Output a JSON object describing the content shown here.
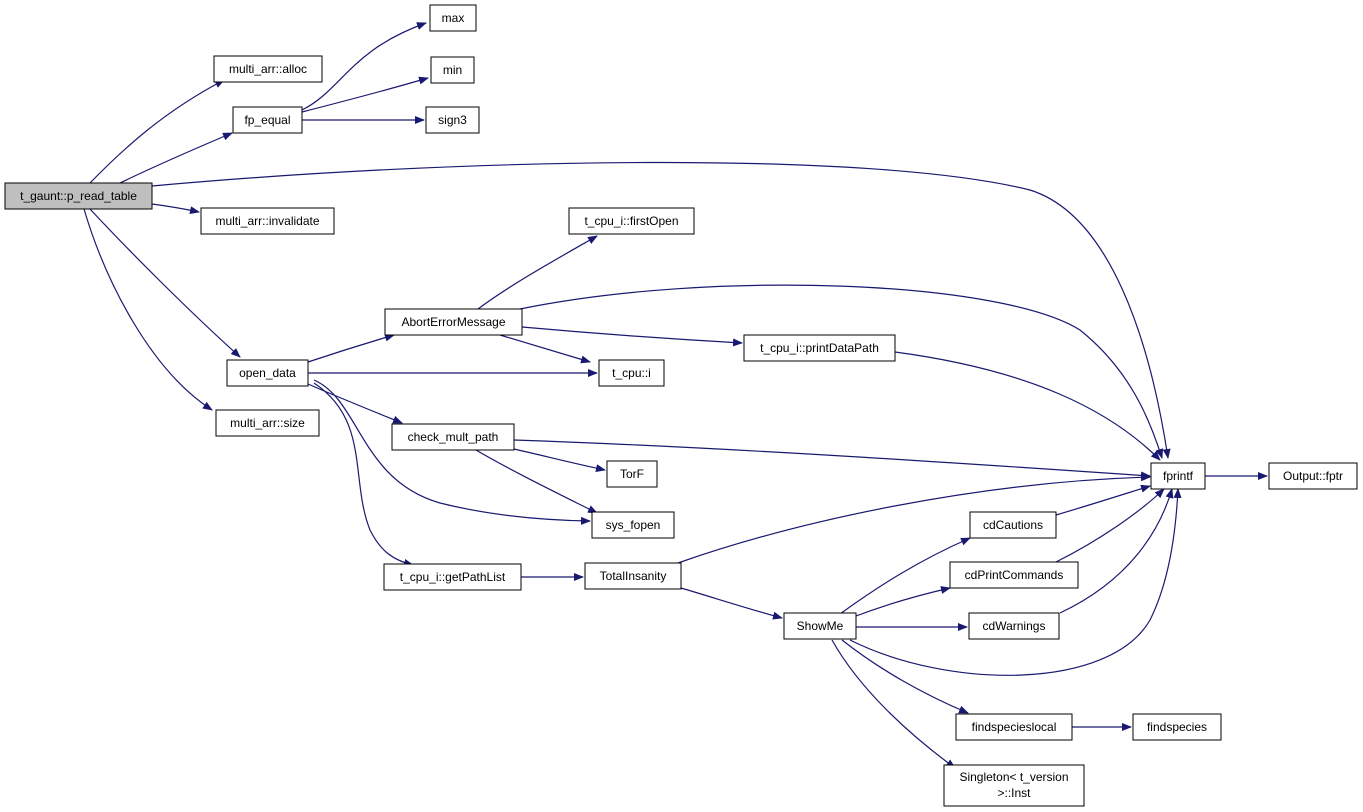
{
  "graph": {
    "edge_color": "#191970",
    "root_fill": "#bfbfbf",
    "nodes": [
      {
        "id": "root",
        "label": "t_gaunt::p_read_table"
      },
      {
        "id": "alloc",
        "label": "multi_arr::alloc"
      },
      {
        "id": "fp_equal",
        "label": "fp_equal"
      },
      {
        "id": "max",
        "label": "max"
      },
      {
        "id": "min",
        "label": "min"
      },
      {
        "id": "sign3",
        "label": "sign3"
      },
      {
        "id": "invalidate",
        "label": "multi_arr::invalidate"
      },
      {
        "id": "open_data",
        "label": "open_data"
      },
      {
        "id": "size",
        "label": "multi_arr::size"
      },
      {
        "id": "firstOpen",
        "label": "t_cpu_i::firstOpen"
      },
      {
        "id": "AbortErrorMessage",
        "label": "AbortErrorMessage"
      },
      {
        "id": "printDataPath",
        "label": "t_cpu_i::printDataPath"
      },
      {
        "id": "t_cpu_i",
        "label": "t_cpu::i"
      },
      {
        "id": "check_mult_path",
        "label": "check_mult_path"
      },
      {
        "id": "TorF",
        "label": "TorF"
      },
      {
        "id": "sys_fopen",
        "label": "sys_fopen"
      },
      {
        "id": "getPathList",
        "label": "t_cpu_i::getPathList"
      },
      {
        "id": "TotalInsanity",
        "label": "TotalInsanity"
      },
      {
        "id": "fprintf",
        "label": "fprintf"
      },
      {
        "id": "fptr",
        "label": "Output::fptr"
      },
      {
        "id": "cdCautions",
        "label": "cdCautions"
      },
      {
        "id": "cdPrintCommands",
        "label": "cdPrintCommands"
      },
      {
        "id": "cdWarnings",
        "label": "cdWarnings"
      },
      {
        "id": "ShowMe",
        "label": "ShowMe"
      },
      {
        "id": "findspecieslocal",
        "label": "findspecieslocal"
      },
      {
        "id": "findspecies",
        "label": "findspecies"
      },
      {
        "id": "singleton",
        "label": "Singleton< t_version\n>::Inst",
        "lines": [
          "Singleton< t_version",
          ">::Inst"
        ]
      }
    ],
    "edges": [
      [
        "root",
        "alloc"
      ],
      [
        "root",
        "fp_equal"
      ],
      [
        "root",
        "fprintf"
      ],
      [
        "root",
        "invalidate"
      ],
      [
        "root",
        "open_data"
      ],
      [
        "root",
        "size"
      ],
      [
        "fp_equal",
        "max"
      ],
      [
        "fp_equal",
        "min"
      ],
      [
        "fp_equal",
        "sign3"
      ],
      [
        "open_data",
        "AbortErrorMessage"
      ],
      [
        "open_data",
        "t_cpu_i"
      ],
      [
        "open_data",
        "check_mult_path"
      ],
      [
        "open_data",
        "sys_fopen"
      ],
      [
        "open_data",
        "getPathList"
      ],
      [
        "AbortErrorMessage",
        "firstOpen"
      ],
      [
        "AbortErrorMessage",
        "fprintf"
      ],
      [
        "AbortErrorMessage",
        "printDataPath"
      ],
      [
        "AbortErrorMessage",
        "t_cpu_i"
      ],
      [
        "printDataPath",
        "fprintf"
      ],
      [
        "check_mult_path",
        "fprintf"
      ],
      [
        "check_mult_path",
        "TorF"
      ],
      [
        "check_mult_path",
        "sys_fopen"
      ],
      [
        "getPathList",
        "TotalInsanity"
      ],
      [
        "TotalInsanity",
        "fprintf"
      ],
      [
        "TotalInsanity",
        "ShowMe"
      ],
      [
        "fprintf",
        "fptr"
      ],
      [
        "cdCautions",
        "fprintf"
      ],
      [
        "cdPrintCommands",
        "fprintf"
      ],
      [
        "cdWarnings",
        "fprintf"
      ],
      [
        "ShowMe",
        "cdCautions"
      ],
      [
        "ShowMe",
        "cdPrintCommands"
      ],
      [
        "ShowMe",
        "cdWarnings"
      ],
      [
        "ShowMe",
        "fprintf"
      ],
      [
        "ShowMe",
        "findspecieslocal"
      ],
      [
        "ShowMe",
        "singleton"
      ],
      [
        "findspecieslocal",
        "findspecies"
      ]
    ]
  }
}
